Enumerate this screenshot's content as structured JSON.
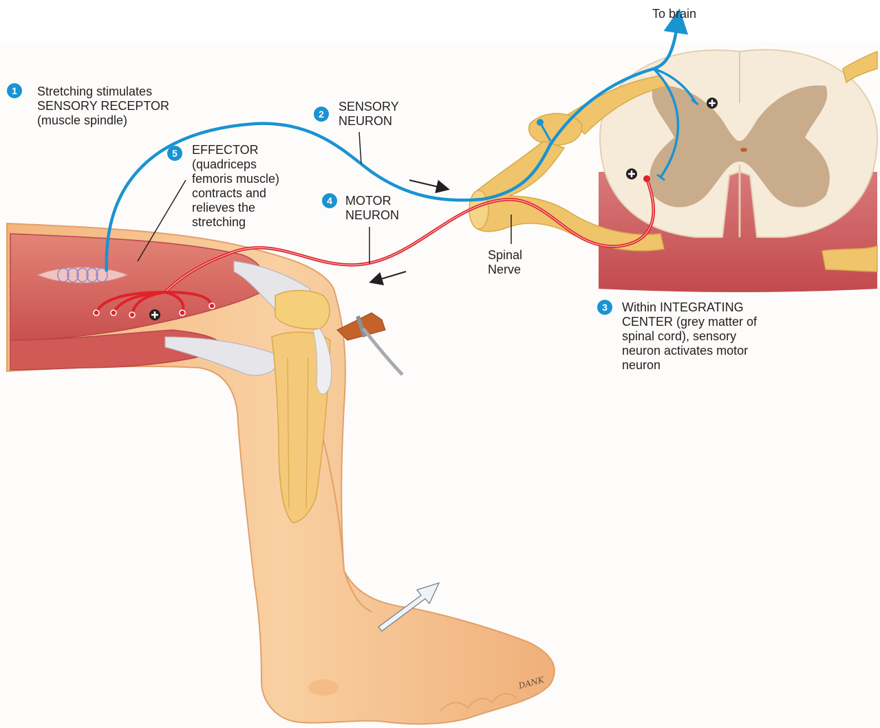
{
  "steps": [
    {
      "number": "1",
      "text": "Stretching stimulates\nSENSORY RECEPTOR\n(muscle spindle)"
    },
    {
      "number": "2",
      "text": "SENSORY\nNEURON"
    },
    {
      "number": "3",
      "text": "Within INTEGRATING\nCENTER (grey matter of\nspinal cord), sensory\nneuron activates motor\nneuron"
    },
    {
      "number": "4",
      "text": "MOTOR\nNEURON"
    },
    {
      "number": "5",
      "text": "EFFECTOR\n(quadriceps\nfemoris muscle)\ncontracts and\nrelieves the\nstretching"
    }
  ],
  "labels": {
    "to_brain": "To brain",
    "spinal_nerve": "Spinal\nNerve"
  },
  "colors": {
    "sensory_neuron": "#1a93d3",
    "motor_neuron": "#e0222a",
    "skin": "#f6c28f",
    "muscle": "#d9595a",
    "nerve": "#f0c46a",
    "grey_matter": "#c8a98a",
    "white_matter": "#f6ebd9",
    "step_badge": "#1a93d3"
  }
}
